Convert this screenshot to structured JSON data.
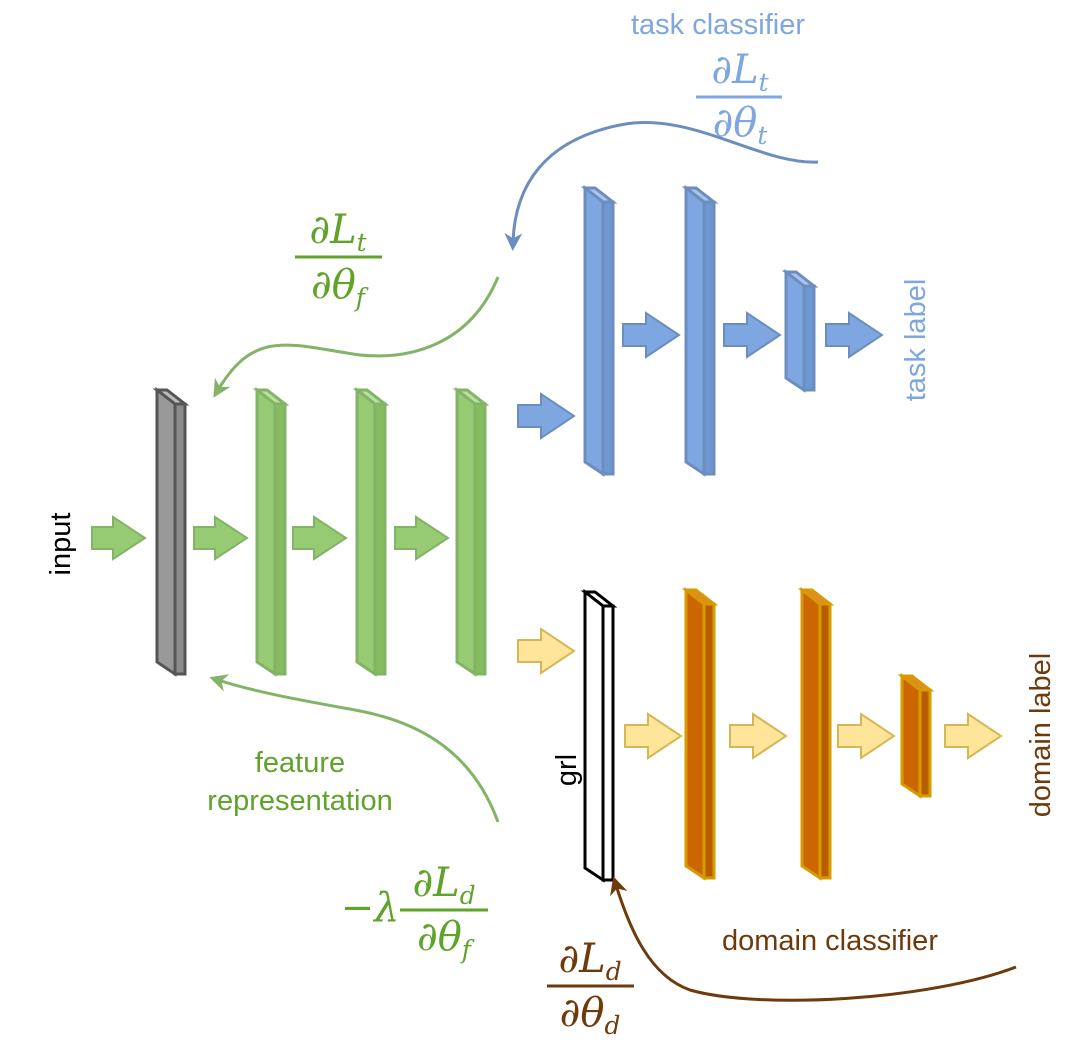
{
  "labels": {
    "input": "input",
    "task_classifier": "task classifier",
    "task_label": "task label",
    "feature_representation_line1": "feature",
    "feature_representation_line2": "representation",
    "grl": "grl",
    "domain_label": "domain label",
    "domain_classifier": "domain classifier"
  },
  "gradients": {
    "task_classifier": {
      "num": "∂L",
      "num_sub": "t",
      "den": "∂θ",
      "den_sub": "t"
    },
    "feature_from_task": {
      "num": "∂L",
      "num_sub": "t",
      "den": "∂θ",
      "den_sub": "f"
    },
    "feature_from_domain": {
      "prefix": "−λ",
      "num": "∂L",
      "num_sub": "d",
      "den": "∂θ",
      "den_sub": "f"
    },
    "domain_classifier": {
      "num": "∂L",
      "num_sub": "d",
      "den": "∂θ",
      "den_sub": "d"
    }
  },
  "colors": {
    "feature_green": "#97cb73",
    "feature_green_stroke": "#82b366",
    "label_green": "#5fa32a",
    "input_gray": "#999999",
    "task_blue": "#7ea6e0",
    "task_blue_stroke": "#6c8ebf",
    "task_text_blue": "#7ea6e0",
    "domain_orange": "#cc6600",
    "domain_orange_stroke": "#d79b00",
    "domain_arrow_yellow": "#ffe599",
    "domain_text_brown": "#6f3a0b"
  }
}
